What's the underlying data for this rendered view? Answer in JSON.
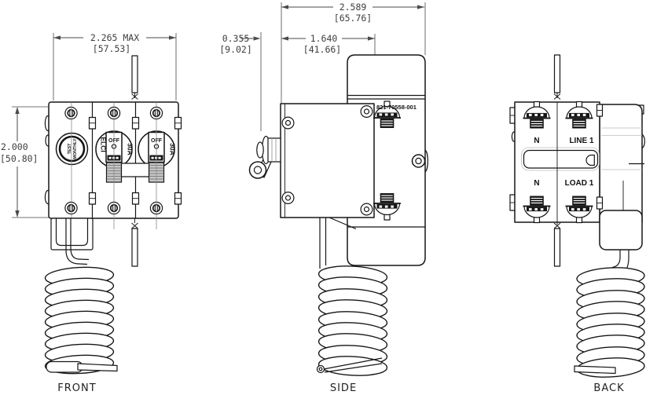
{
  "drawing": {
    "views": {
      "front": {
        "caption": "FRONT",
        "dims": {
          "width": {
            "in": "2.265 MAX",
            "mm": "[57.53]"
          },
          "height": {
            "in": "2.000",
            "mm": "[50.80]"
          }
        },
        "test_button": {
          "line1": "TEST",
          "line2": "MONTHLY"
        },
        "poles": [
          {
            "side_label": "ELCI",
            "rocker_label": "OFF",
            "rating_label": "30A"
          },
          {
            "side_label": "",
            "rocker_label": "OFF",
            "rating_label": "30A"
          }
        ]
      },
      "side": {
        "caption": "SIDE",
        "part_number": "821-70558-001",
        "dims": {
          "depth_total": {
            "in": "2.589",
            "mm": "[65.76]"
          },
          "body_depth": {
            "in": "1.640",
            "mm": "[41.66]"
          },
          "toggle_offset": {
            "in": "0.355",
            "mm": "[9.02]"
          }
        }
      },
      "back": {
        "caption": "BACK",
        "terminal_rows": [
          {
            "neutral": "N",
            "line": "LINE 1"
          },
          {
            "neutral": "N",
            "line": "LOAD 1"
          }
        ]
      }
    },
    "colors": {
      "line": "#161616",
      "dim_text": "#3d3d3d",
      "handle_fill": "#c6c6c6"
    }
  }
}
